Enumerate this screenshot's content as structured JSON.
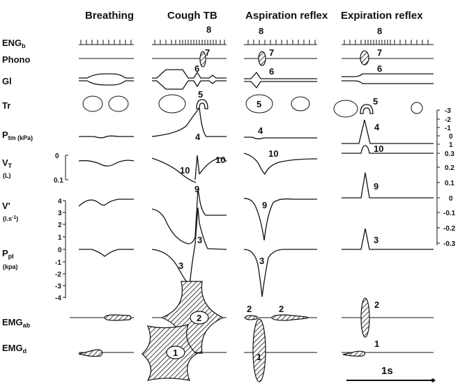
{
  "columns": [
    "Breathing",
    "Cough TB",
    "Aspiration reflex",
    "Expiration reflex"
  ],
  "rows": {
    "eng": {
      "main": "ENG",
      "sub": "b"
    },
    "phono": {
      "main": "Phono"
    },
    "gl": {
      "main": "Gl"
    },
    "tr": {
      "main": "Tr"
    },
    "ptm": {
      "main": "P",
      "sub": "tm (kPa)"
    },
    "vt": {
      "main": "V",
      "sub": "T",
      "unit": "(L)"
    },
    "vflow": {
      "main": "V'",
      "unit": "(l.s",
      "unit_sup": "-1",
      "unit_end": ")"
    },
    "ppl": {
      "main": "P",
      "sub": "pl",
      "unit": "(kpa)"
    },
    "emgab": {
      "main": "EMG",
      "sub": "ab"
    },
    "emgd": {
      "main": "EMG",
      "sub": "d"
    }
  },
  "vt_axis": [
    "0",
    "0.1"
  ],
  "flow_axis": [
    "4",
    "3",
    "2",
    "1",
    "0",
    "-1",
    "-2",
    "-3",
    "-4"
  ],
  "right_axis": [
    "-3",
    "-2",
    "-1",
    "0",
    "1",
    "0.3",
    "0.2",
    "0.1",
    "0",
    "-0.1",
    "-0.2",
    "-0.3"
  ],
  "markers": {
    "cough": [
      "8",
      "7",
      "6",
      "5",
      "4",
      "10",
      "10",
      "9",
      "3",
      "3",
      "2",
      "1"
    ],
    "aspiration": [
      "8",
      "7",
      "6",
      "5",
      "4",
      "10",
      "9",
      "3",
      "2",
      "2",
      "1"
    ],
    "expiration": [
      "8",
      "7",
      "6",
      "5",
      "4",
      "10",
      "9",
      "3",
      "2",
      "1"
    ]
  },
  "time_scale": "1s"
}
